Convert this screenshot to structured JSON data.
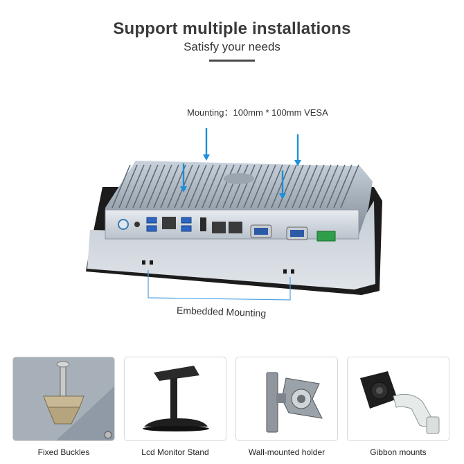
{
  "header": {
    "title": "Support multiple installations",
    "subtitle": "Satisfy your needs"
  },
  "product": {
    "mounting_label": "Mounting：100mm * 100mm VESA",
    "embedded_label": "Embedded Mounting",
    "arrow_color": "#1e8fd8"
  },
  "installations": [
    {
      "label": "Fixed Buckles",
      "icon": "fixed-buckle-icon"
    },
    {
      "label": "Lcd Monitor Stand",
      "icon": "monitor-stand-icon"
    },
    {
      "label": "Wall-mounted holder",
      "icon": "wall-mount-icon"
    },
    {
      "label": "Gibbon mounts",
      "icon": "gibbon-mount-icon"
    }
  ]
}
